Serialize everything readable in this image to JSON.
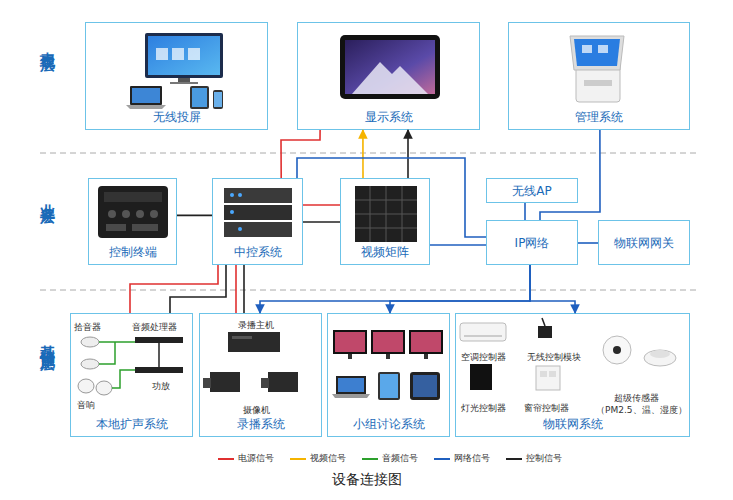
{
  "diagram": {
    "caption": "设备连接图",
    "nodes": [
      {
        "text": [
          "无线投屏"
        ]
      },
      {
        "text": [
          "显示系统"
        ]
      },
      {
        "text": [
          "管理系统"
        ]
      },
      {
        "text": [
          "控制终端"
        ]
      },
      {
        "text": [
          "中控系统"
        ]
      },
      {
        "text": [
          "视频矩阵"
        ]
      },
      {
        "text": [
          "无线AP"
        ]
      },
      {
        "text": [
          "IP网络"
        ]
      },
      {
        "text": [
          "物联网网关"
        ]
      },
      {
        "text": [
          "本地扩声系统"
        ]
      },
      {
        "text": [
          "录播系统"
        ]
      },
      {
        "text": [
          "小组讨论系统"
        ]
      },
      {
        "text": [
          "物联网系统"
        ]
      }
    ],
    "edges": [
      {
        "from": 4,
        "to": 1,
        "arrow": "none"
      },
      {
        "from": 5,
        "to": 1,
        "arrow": "to"
      },
      {
        "from": 5,
        "to": 1,
        "arrow": "to"
      },
      {
        "from": 4,
        "to": 7,
        "arrow": "none"
      },
      {
        "from": 7,
        "to": 2,
        "arrow": "none"
      },
      {
        "from": 6,
        "to": 7,
        "arrow": "none"
      },
      {
        "from": 3,
        "to": 4,
        "arrow": "none"
      },
      {
        "from": 4,
        "to": 5,
        "arrow": "none"
      },
      {
        "from": 4,
        "to": 5,
        "arrow": "none"
      },
      {
        "from": 5,
        "to": 7,
        "arrow": "none"
      },
      {
        "from": 7,
        "to": 8,
        "arrow": "none"
      },
      {
        "from": 4,
        "to": 9,
        "arrow": "none"
      },
      {
        "from": 4,
        "to": 9,
        "arrow": "none"
      },
      {
        "from": 4,
        "to": 10,
        "arrow": "none"
      },
      {
        "from": 4,
        "to": 10,
        "arrow": "none"
      },
      {
        "from": 7,
        "to": 10,
        "arrow": "to"
      },
      {
        "from": 7,
        "to": 11,
        "arrow": "to"
      },
      {
        "from": 7,
        "to": 12,
        "arrow": "to"
      }
    ],
    "labels": [
      "表现层",
      "业务层",
      "基础设施层",
      "拾音器",
      "音频处理器",
      "功放",
      "音响",
      "录播主机",
      "摄像机",
      "空调控制器",
      "无线控制模块",
      "灯光控制器",
      "窗帘控制器",
      "超级传感器",
      "（PM2.5、温、湿度）"
    ],
    "legend": [
      {
        "text": "电源信号",
        "color": "#e03030"
      },
      {
        "text": "视频信号",
        "color": "#f5b400"
      },
      {
        "text": "音频信号",
        "color": "#2ca02c"
      },
      {
        "text": "网络信号",
        "color": "#1f5fbf"
      },
      {
        "text": "控制信号",
        "color": "#222222"
      }
    ]
  }
}
